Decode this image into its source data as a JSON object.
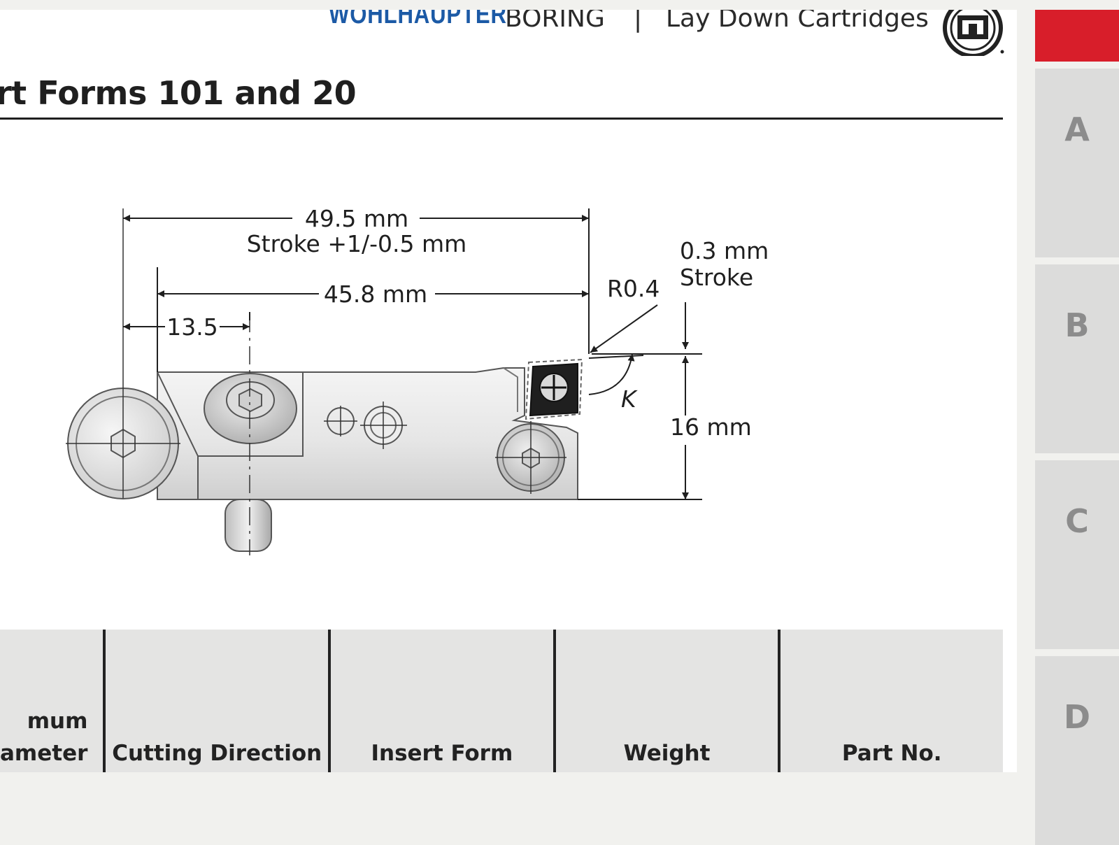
{
  "header": {
    "brand": "WOHLHAUPTER",
    "section": "BORING",
    "divider": "|",
    "subsection": "Lay Down Cartridges",
    "logo_icon": "fmcf-logo-icon"
  },
  "title": "rt Forms 101 and 20",
  "drawing": {
    "dim_overall": "49.5 mm",
    "dim_stroke": "Stroke +1/-0.5 mm",
    "dim_body": "45.8 mm",
    "dim_offset": "13.5",
    "dim_radius": "R0.4",
    "dim_fine_value": "0.3 mm",
    "dim_fine_label": "Stroke",
    "angle_label": "K",
    "dim_height": "16 mm"
  },
  "table": {
    "headers": [
      "mum\nameter",
      "Cutting Direction",
      "Insert Form",
      "Weight",
      "Part No."
    ]
  },
  "sidebar": {
    "tabs": [
      "A",
      "B",
      "C",
      "D"
    ]
  },
  "colors": {
    "brand_blue": "#1c5aa6",
    "accent_red": "#d81e2a",
    "tab_gray": "#dcdcdb",
    "table_gray": "#e4e4e3"
  }
}
